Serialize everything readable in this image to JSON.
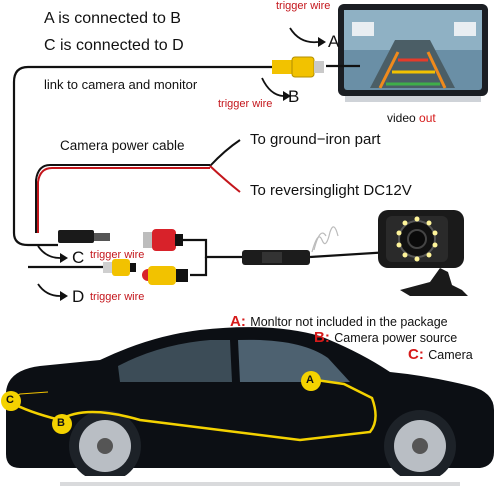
{
  "title_lines": {
    "line1": "A is connected to B",
    "line2": "C is connected to D"
  },
  "labels": {
    "link": "link to camera and monitor",
    "power_cable": "Camera power cable",
    "ground": "To ground−iron part",
    "reversing": "To reversinglight DC12V",
    "video_out_prefix": "video ",
    "video_out_suffix": "out"
  },
  "trigger_wire": "trigger wire",
  "markers": {
    "A": "A",
    "B": "B",
    "C": "C",
    "D": "D"
  },
  "legend": [
    {
      "key": "A:",
      "text": "Monltor not included in the package"
    },
    {
      "key": "B:",
      "text": "Camera power source"
    },
    {
      "key": "C:",
      "text": "Camera"
    }
  ],
  "colors": {
    "wire": "#111111",
    "power_wire": "#c4161c",
    "rca_yellow": "#f2c200",
    "rca_red": "#d8222a",
    "accent_red": "#d61a1a",
    "car_body": "#0c0f14",
    "route_line": "#f4d200"
  }
}
